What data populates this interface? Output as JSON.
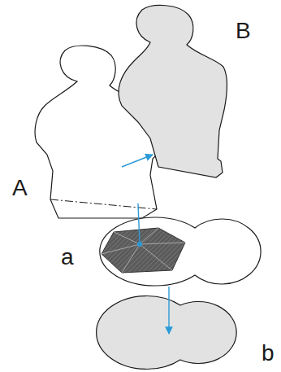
{
  "diagram": {
    "nodes": [
      {
        "text": [
          "A"
        ]
      },
      {
        "text": [
          "B"
        ]
      },
      {
        "text": [
          "a"
        ]
      },
      {
        "text": [
          "b"
        ]
      }
    ],
    "edges": [
      {
        "from": 0,
        "to": 1,
        "arrow": "to"
      },
      {
        "from": 0,
        "to": 2,
        "arrow": "none"
      },
      {
        "from": 2,
        "to": 3,
        "arrow": "to"
      }
    ]
  }
}
